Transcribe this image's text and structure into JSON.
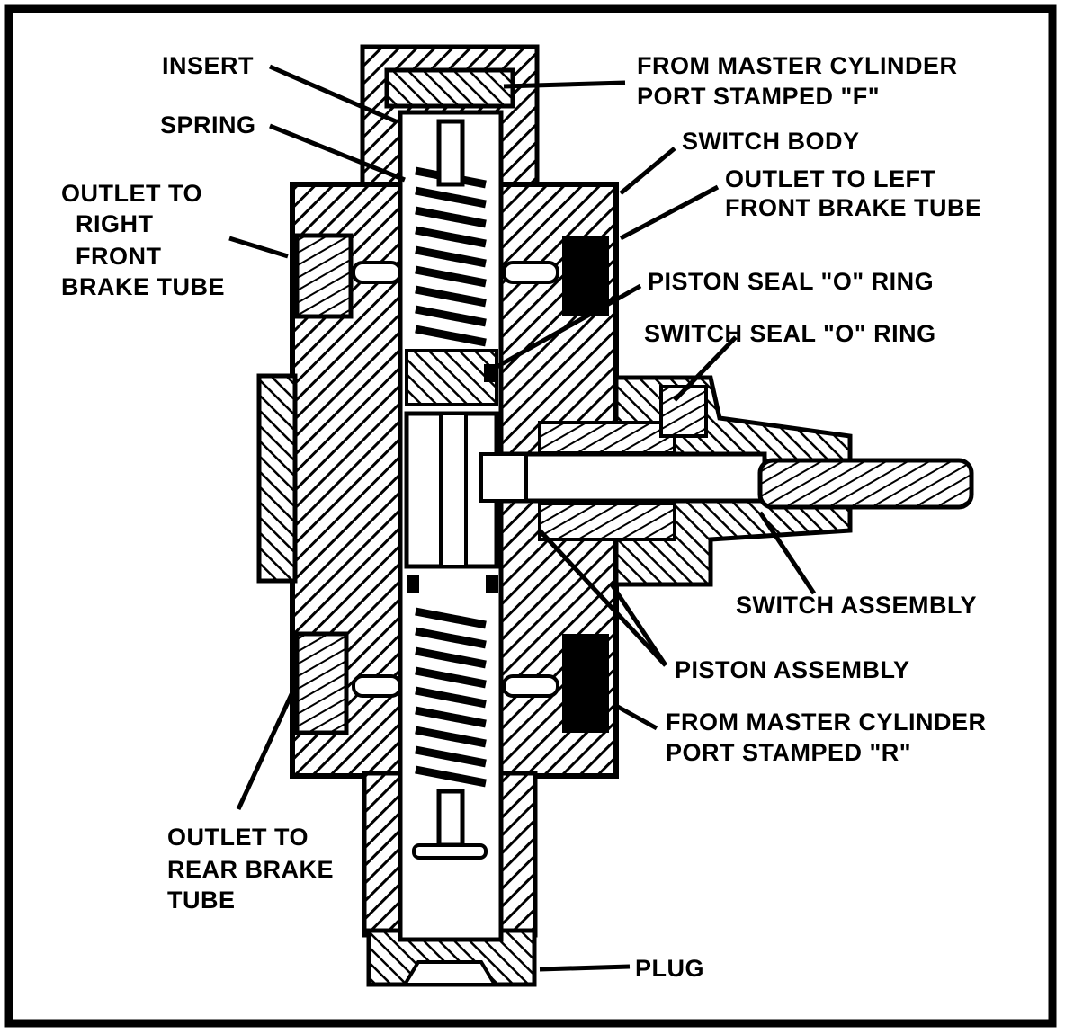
{
  "labels": {
    "insert": "INSERT",
    "spring": "SPRING",
    "from_master_f_1": "FROM MASTER CYLINDER",
    "from_master_f_2": "PORT STAMPED \"F\"",
    "switch_body": "SWITCH BODY",
    "outlet_left_1": "OUTLET TO LEFT",
    "outlet_left_2": "FRONT BRAKE TUBE",
    "outlet_right_1": "OUTLET TO",
    "outlet_right_2": "RIGHT",
    "outlet_right_3": "FRONT",
    "outlet_right_4": "BRAKE TUBE",
    "piston_seal": "PISTON SEAL \"O\" RING",
    "switch_seal": "SWITCH SEAL \"O\" RING",
    "switch_assembly": "SWITCH ASSEMBLY",
    "piston_assembly": "PISTON ASSEMBLY",
    "from_master_r_1": "FROM MASTER CYLINDER",
    "from_master_r_2": "PORT STAMPED \"R\"",
    "outlet_rear_1": "OUTLET TO",
    "outlet_rear_2": "REAR BRAKE",
    "outlet_rear_3": "TUBE",
    "plug": "PLUG"
  },
  "colors": {
    "ink": "#000000",
    "paper": "#ffffff"
  }
}
